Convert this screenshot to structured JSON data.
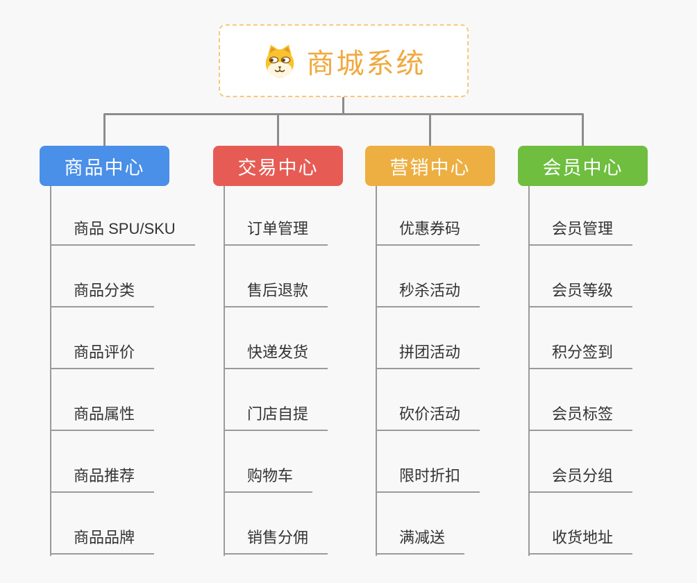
{
  "root": {
    "title": "商城系统",
    "icon": "shiba-dog-icon",
    "title_color": "#F0A93E",
    "border_color": "#F6C87E"
  },
  "connector_color": "#8C8C8C",
  "background_color": "#F8F8F8",
  "branches": [
    {
      "label": "商品中心",
      "color": "#4A8FE8",
      "items": [
        "商品 SPU/SKU",
        "商品分类",
        "商品评价",
        "商品属性",
        "商品推荐",
        "商品品牌"
      ]
    },
    {
      "label": "交易中心",
      "color": "#E65C55",
      "items": [
        "订单管理",
        "售后退款",
        "快递发货",
        "门店自提",
        "购物车",
        "销售分佣"
      ]
    },
    {
      "label": "营销中心",
      "color": "#EDAF41",
      "items": [
        "优惠券码",
        "秒杀活动",
        "拼团活动",
        "砍价活动",
        "限时折扣",
        "满减送"
      ]
    },
    {
      "label": "会员中心",
      "color": "#6FBE3F",
      "items": [
        "会员管理",
        "会员等级",
        "积分签到",
        "会员标签",
        "会员分组",
        "收货地址"
      ]
    }
  ]
}
